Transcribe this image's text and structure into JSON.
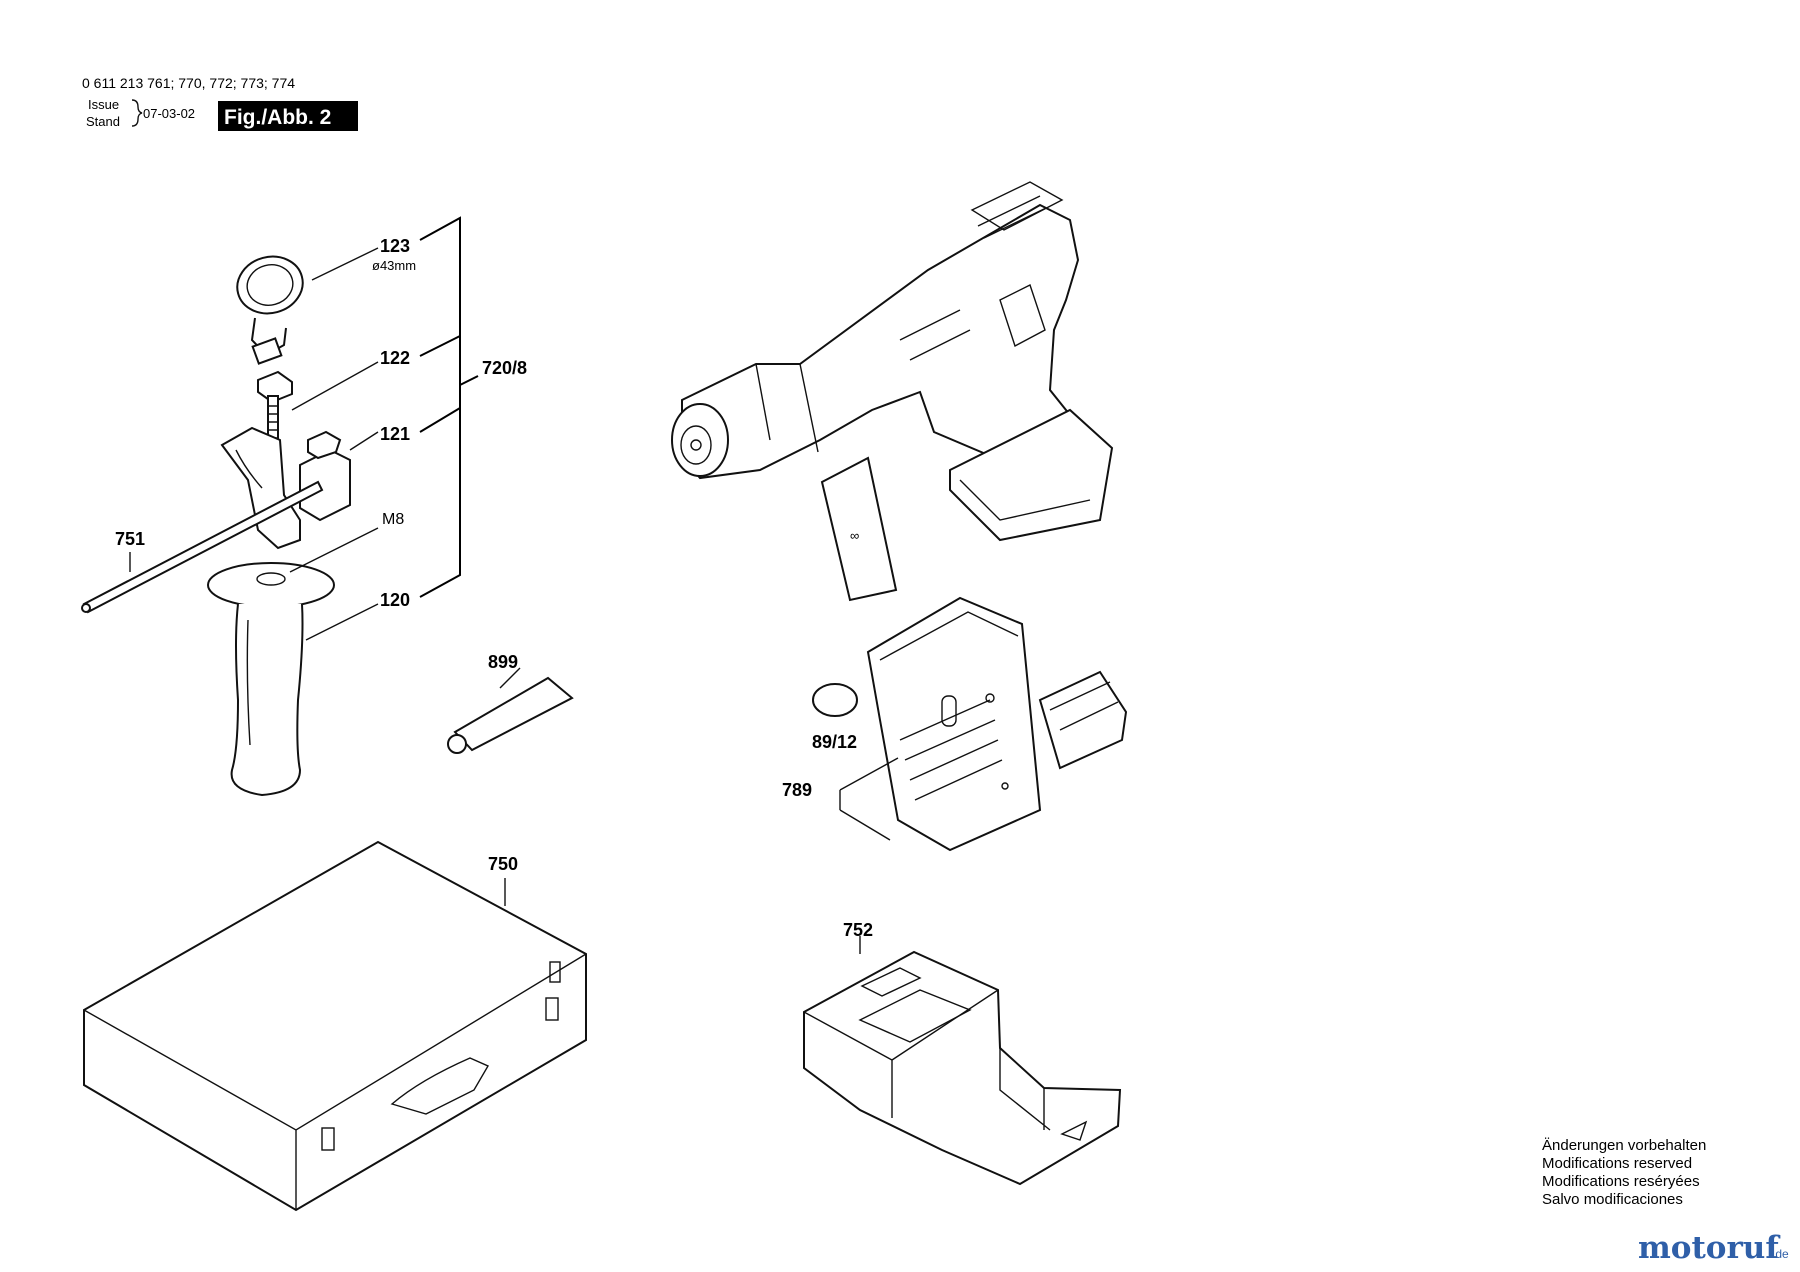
{
  "header": {
    "part_numbers": "0 611 213 761; 770, 772; 773; 774",
    "issue_label": "Issue",
    "stand_label": "Stand",
    "date": "07-03-02",
    "figure": "Fig./Abb. 2"
  },
  "parts": {
    "p123": "123",
    "p123_dim": "ø43mm",
    "p122": "122",
    "p121": "121",
    "pM8": "M8",
    "p120": "120",
    "p751": "751",
    "p720_8": "720/8",
    "p899": "899",
    "p89_12": "89/12",
    "p789": "789",
    "p750": "750",
    "p752": "752"
  },
  "notes": {
    "de": "Änderungen vorbehalten",
    "en": "Modifications reserved",
    "fr": "Modifications reséryées",
    "es": "Salvo modificaciones"
  },
  "watermark": {
    "brand": "motoruf",
    "tld": ".de"
  }
}
